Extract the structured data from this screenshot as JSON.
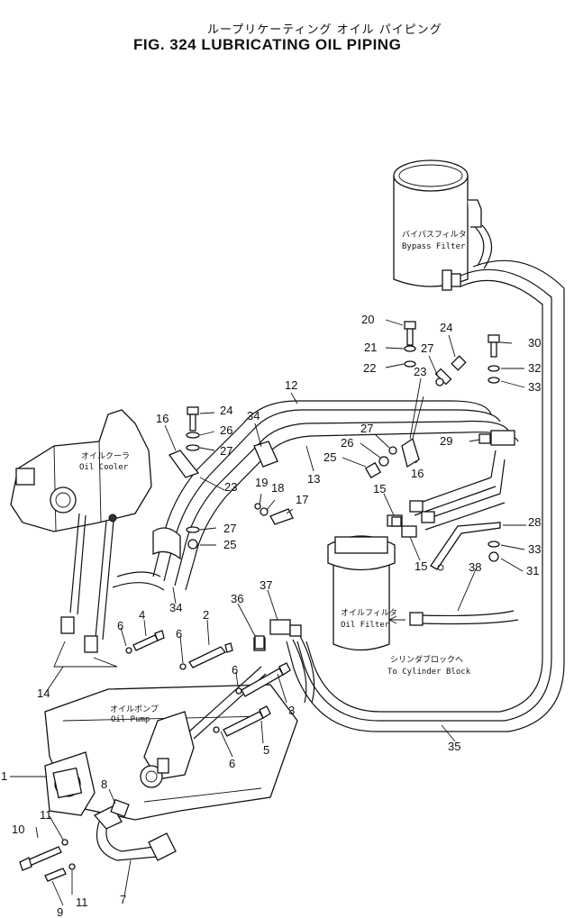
{
  "title": {
    "japanese": "ループリケーティング オイル パイピング",
    "english": "FIG. 324  LUBRICATING OIL PIPING"
  },
  "component_labels": {
    "bypass_filter_jp": "バイパスフィルタ",
    "bypass_filter_en": "Bypass Filter",
    "oil_cooler_jp": "オイルクーラ",
    "oil_cooler_en": "Oil Cooler",
    "oil_filter_jp": "オイルフィルタ",
    "oil_filter_en": "Oil Filter",
    "oil_pump_jp": "オイルポンプ",
    "oil_pump_en": "Oil Pump",
    "cylinder_block_jp": "シリンダブロックへ",
    "cylinder_block_en": "To Cylinder Block"
  },
  "callouts": {
    "n1": "1",
    "n2": "2",
    "n3": "3",
    "n4": "4",
    "n5": "5",
    "n6a": "6",
    "n6b": "6",
    "n6c": "6",
    "n6d": "6",
    "n7": "7",
    "n8": "8",
    "n9": "9",
    "n10": "10",
    "n11a": "11",
    "n11b": "11",
    "n12": "12",
    "n13": "13",
    "n14": "14",
    "n15a": "15",
    "n15b": "15",
    "n16a": "16",
    "n16b": "16",
    "n17": "17",
    "n18": "18",
    "n19": "19",
    "n20": "20",
    "n21": "21",
    "n22": "22",
    "n23a": "23",
    "n23b": "23",
    "n24a": "24",
    "n24b": "24",
    "n25a": "25",
    "n25b": "25",
    "n26a": "26",
    "n26b": "26",
    "n27a": "27",
    "n27b": "27",
    "n27c": "27",
    "n27d": "27",
    "n28": "28",
    "n29": "29",
    "n30": "30",
    "n31": "31",
    "n32": "32",
    "n33a": "33",
    "n33b": "33",
    "n34a": "34",
    "n34b": "34",
    "n35": "35",
    "n36": "36",
    "n37": "37",
    "n38": "38"
  }
}
